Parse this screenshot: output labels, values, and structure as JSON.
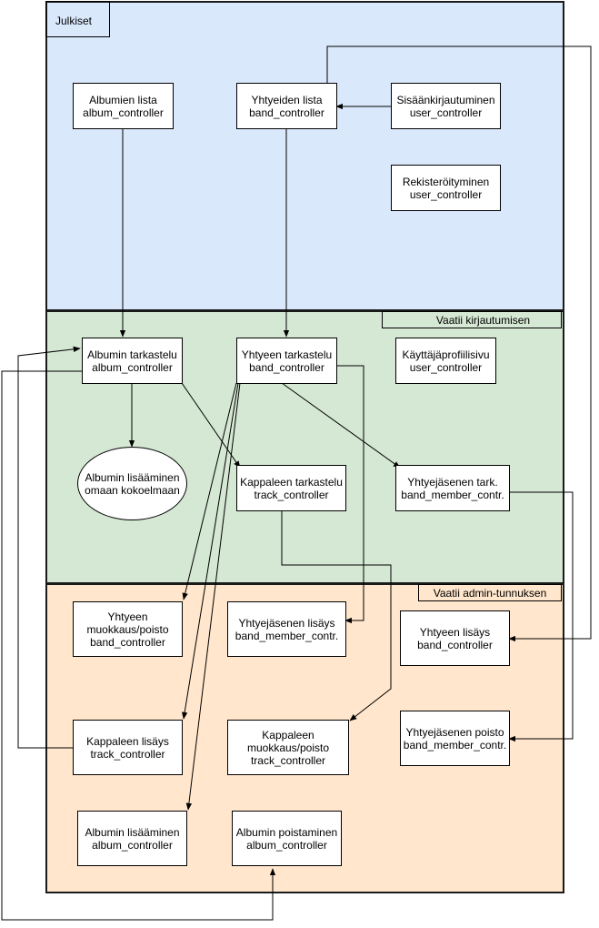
{
  "zones": {
    "public": {
      "label": "Julkiset",
      "color": "#dae8fc"
    },
    "login": {
      "label": "Vaatii kirjautumisen",
      "color": "#d5e8d4"
    },
    "admin": {
      "label": "Vaatii admin-tunnuksen",
      "color": "#ffe6cc"
    }
  },
  "nodes": {
    "albumien_lista": [
      "Albumien lista",
      "album_controller"
    ],
    "yhtyeiden_lista": [
      "Yhtyeiden lista",
      "band_controller"
    ],
    "sisaankirjautuminen": [
      "Sisäänkirjautuminen",
      "user_controller"
    ],
    "rekisteroityminen": [
      "Rekisteröityminen",
      "user_controller"
    ],
    "albumin_tarkastelu": [
      "Albumin tarkastelu",
      "album_controller"
    ],
    "yhtyeen_tarkastelu": [
      "Yhtyeen tarkastelu",
      "band_controller"
    ],
    "kayttajaprofiilisivu": [
      "Käyttäjäprofiilisivu",
      "user_controller"
    ],
    "albumin_lisaaminen_kokoelmaan": [
      "Albumin lisääminen",
      "omaan kokoelmaan"
    ],
    "kappaleen_tarkastelu": [
      "Kappaleen tarkastelu",
      "track_controller"
    ],
    "yhtyejasenen_tark": [
      "Yhtyejäsenen tark.",
      "band_member_contr."
    ],
    "yhtyeen_muokkaus": [
      "Yhtyeen",
      "muokkaus/poisto",
      "band_controller"
    ],
    "yhtyejasenen_lisays": [
      "Yhtyejäsenen lisäys",
      "band_member_contr."
    ],
    "yhtyeen_lisays": [
      "Yhtyeen lisäys",
      "band_controller"
    ],
    "kappaleen_lisays": [
      "Kappaleen lisäys",
      "track_controller"
    ],
    "kappaleen_muokkaus": [
      "Kappaleen",
      "muokkaus/poisto",
      "track_controller"
    ],
    "yhtyejasenen_poisto": [
      "Yhtyejäsenen poisto",
      "band_member_contr."
    ],
    "albumin_lisaaminen": [
      "Albumin lisääminen",
      "album_controller"
    ],
    "albumin_poistaminen": [
      "Albumin poistaminen",
      "album_controller"
    ]
  }
}
